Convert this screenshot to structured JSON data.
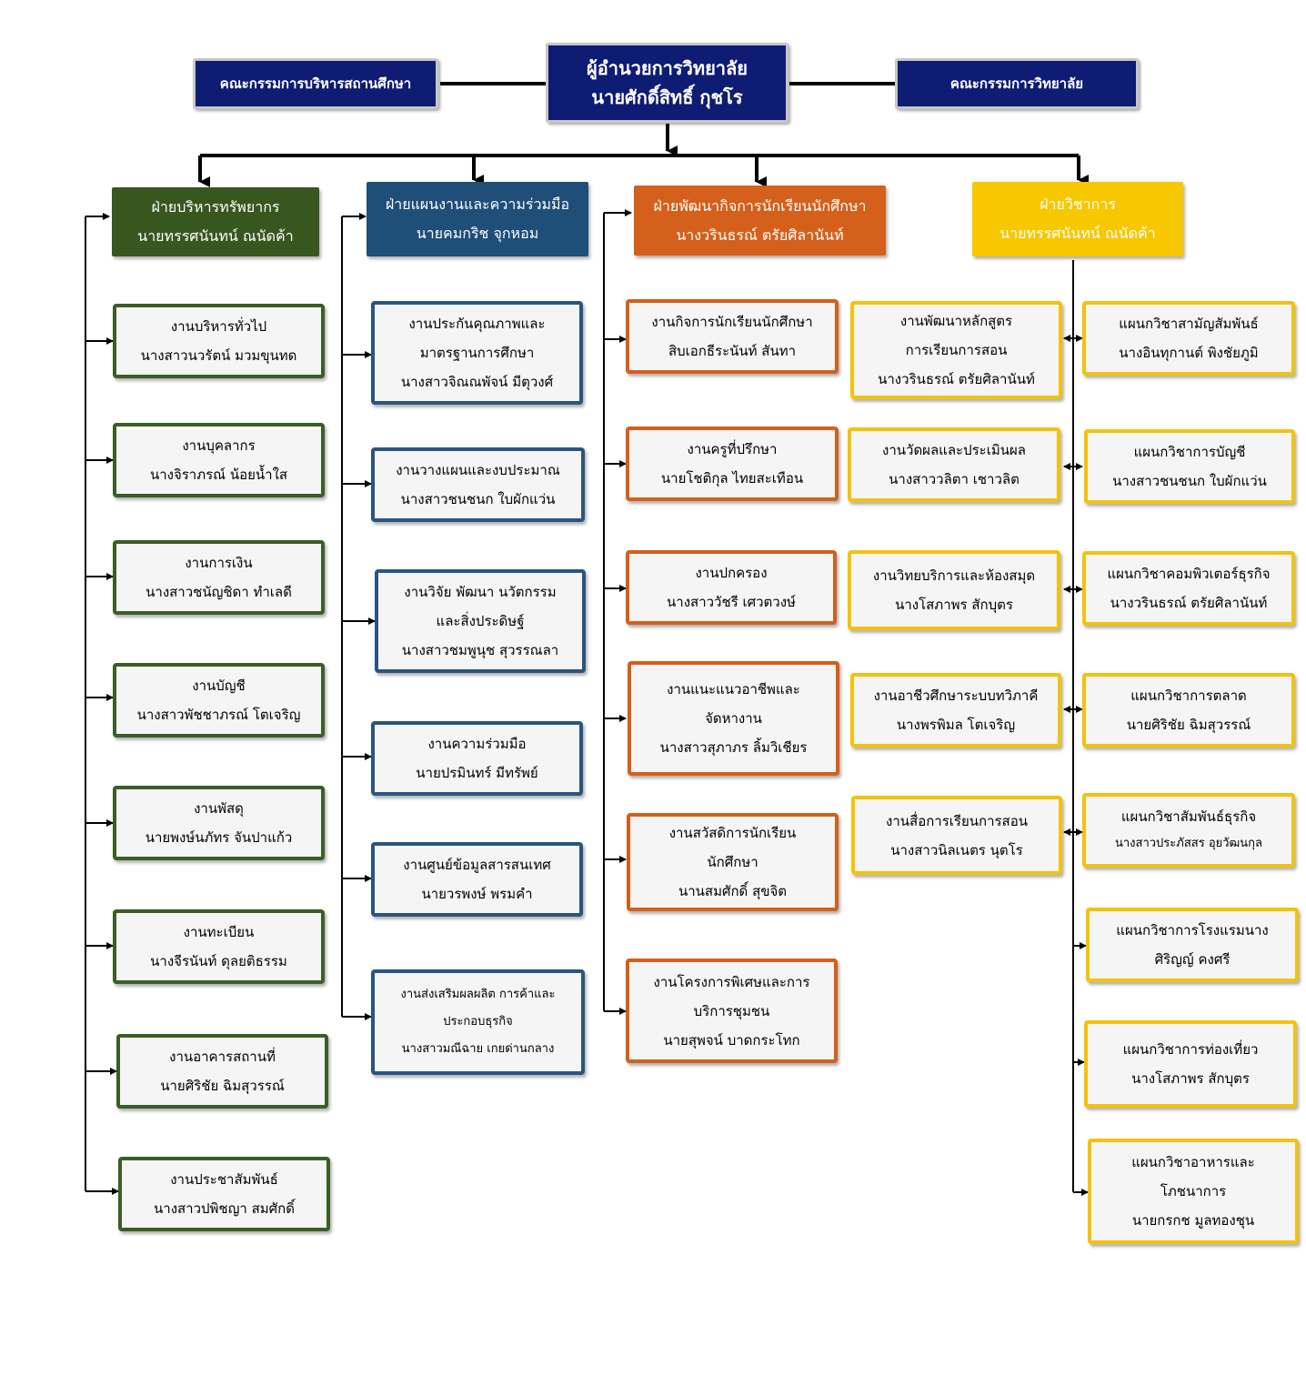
{
  "colors": {
    "top": "#0f1c73",
    "green": "#38571f",
    "blue": "#1f4e79",
    "orange": "#d4601b",
    "yellow": "#f7c700"
  },
  "top": {
    "director": {
      "line1": "ผู้อำนวยการวิทยาลัย",
      "line2": "นายศักดิ์สิทธิ์  กุชโร"
    },
    "left_committee": "คณะกรรมการบริหารสถานศึกษา",
    "right_committee": "คณะกรรมการวิทยาลัย"
  },
  "divisions": {
    "resources": {
      "title": "ฝ่ายบริหารทรัพยากร",
      "head": "นายทรรศนันทน์  ณนัดค้า",
      "items": [
        {
          "line1": "งานบริหารทั่วไป",
          "line2": "นางสาวนวรัตน์  มวมขุนทด"
        },
        {
          "line1": "งานบุคลากร",
          "line2": "นางจิราภรณ์  น้อยน้ำใส"
        },
        {
          "line1": "งานการเงิน",
          "line2": "นางสาวชนัญชิดา  ทำเลดี"
        },
        {
          "line1": "งานบัญชี",
          "line2": "นางสาวพัชชาภรณ์  โตเจริญ"
        },
        {
          "line1": "งานพัสดุ",
          "line2": "นายพงษ์นภัทร  จันปาแก้ว"
        },
        {
          "line1": "งานทะเบียน",
          "line2": "นางจีรนันท์  ดุลยติธรรม"
        },
        {
          "line1": "งานอาคารสถานที่",
          "line2": "นายศิริชัย  ฉิมสุวรรณ์"
        },
        {
          "line1": "งานประชาสัมพันธ์",
          "line2": "นางสาวปพิชญา  สมศักดิ์"
        }
      ]
    },
    "planning": {
      "title": "ฝ่ายแผนงานและความร่วมมือ",
      "head": "นายคมกริช  จุกหอม",
      "items": [
        {
          "line1": "งานประกันคุณภาพและ",
          "line2": "มาตรฐานการศึกษา",
          "line3": "นางสาวจิณณพัจน์  มีตุวงศ์"
        },
        {
          "line1": "งานวางแผนและงบประมาณ",
          "line2": "นางสาวชนชนก  ใบผักแว่น"
        },
        {
          "line1": "งานวิจัย  พัฒนา นวัตกรรม",
          "line2": "และสิ่งประดิษฐ์",
          "line3": "นางสาวชมพูนุช  สุวรรณลา"
        },
        {
          "line1": "งานความร่วมมือ",
          "line2": "นายปรมินทร์  มีทรัพย์"
        },
        {
          "line1": "งานศูนย์ข้อมูลสารสนเทศ",
          "line2": "นายวรพงษ์  พรมคำ"
        },
        {
          "line1": "งานส่งเสริมผลผลิต การค้าและ",
          "line2": "ประกอบธุรกิจ",
          "line3": "นางสาวมณีฉาย  เกยด่านกลาง"
        }
      ]
    },
    "student": {
      "title": "ฝ่ายพัฒนากิจการนักเรียนนักศึกษา",
      "head": "นางวรินธรณ์  ตรัยศิลานันท์",
      "items": [
        {
          "line1": "งานกิจการนักเรียนนักศึกษา",
          "line2": "สิบเอกธีระนันท์  สันทา"
        },
        {
          "line1": "งานครูที่ปรึกษา",
          "line2": "นายโชติกุล  ไทยสะเทือน"
        },
        {
          "line1": "งานปกครอง",
          "line2": "นางสาววัชรี  เศวตวงษ์"
        },
        {
          "line1": "งานแนะแนวอาชีพและ",
          "line2": "จัดหางาน",
          "line3": "นางสาวสุภาภร  ลิ้มวิเชียร"
        },
        {
          "line1": "งานสวัสดิการนักเรียน",
          "line2": "นักศึกษา",
          "line3": "นานสมศักดิ์  สุขจิต"
        },
        {
          "line1": "งานโครงการพิเศษและการ",
          "line2": "บริการชุมชน",
          "line3": "นายสุพจน์  บาดกระโทก"
        }
      ]
    },
    "academic": {
      "title": "ฝ่ายวิชาการ",
      "head": "นายทรรศนันทน์  ณนัดค้า",
      "works": [
        {
          "line1": "งานพัฒนาหลักสูตร",
          "line2": "การเรียนการสอน",
          "line3": "นางวรินธรณ์  ตรัยศิลานันท์"
        },
        {
          "line1": "งานวัดผลและประเมินผล",
          "line2": "นางสาววลิตา  เชาวลิต"
        },
        {
          "line1": "งานวิทยบริการและห้องสมุด",
          "line2": "นางโสภาพร  สักบุตร"
        },
        {
          "line1": "งานอาชีวศึกษาระบบทวิภาคี",
          "line2": "นางพรพิมล  โตเจริญ"
        },
        {
          "line1": "งานสื่อการเรียนการสอน",
          "line2": "นางสาวนิลเนตร  นุตโร"
        }
      ],
      "departments": [
        {
          "line1": "แผนกวิชาสามัญสัมพันธ์",
          "line2": "นางอินทุกานต์  พิงชัยภูมิ"
        },
        {
          "line1": "แผนกวิชาการบัญชี",
          "line2": "นางสาวชนชนก  ใบผักแว่น"
        },
        {
          "line1": "แผนกวิชาคอมพิวเตอร์ธุรกิจ",
          "line2": "นางวรินธรณ์ ตรัยศิลานันท์"
        },
        {
          "line1": "แผนกวิชาการตลาด",
          "line2": "นายศิริชัย  ฉิมสุวรรณ์"
        },
        {
          "line1": "แผนกวิชาสัมพันธ์ธุรกิจ",
          "line2": "นางสาวประภัสสร อุยวัฒนกุล"
        },
        {
          "line1": "แผนกวิชาการโรงแรมนาง",
          "line2": "ศิริญญ์  คงศรี"
        },
        {
          "line1": "แผนกวิชาการท่องเที่ยว",
          "line2": "นางโสภาพร  สักบุตร"
        },
        {
          "line1": "แผนกวิชาอาหารและ",
          "line2": "โภชนาการ",
          "line3": "นายกรกช  มูลทองชุน"
        }
      ]
    }
  }
}
